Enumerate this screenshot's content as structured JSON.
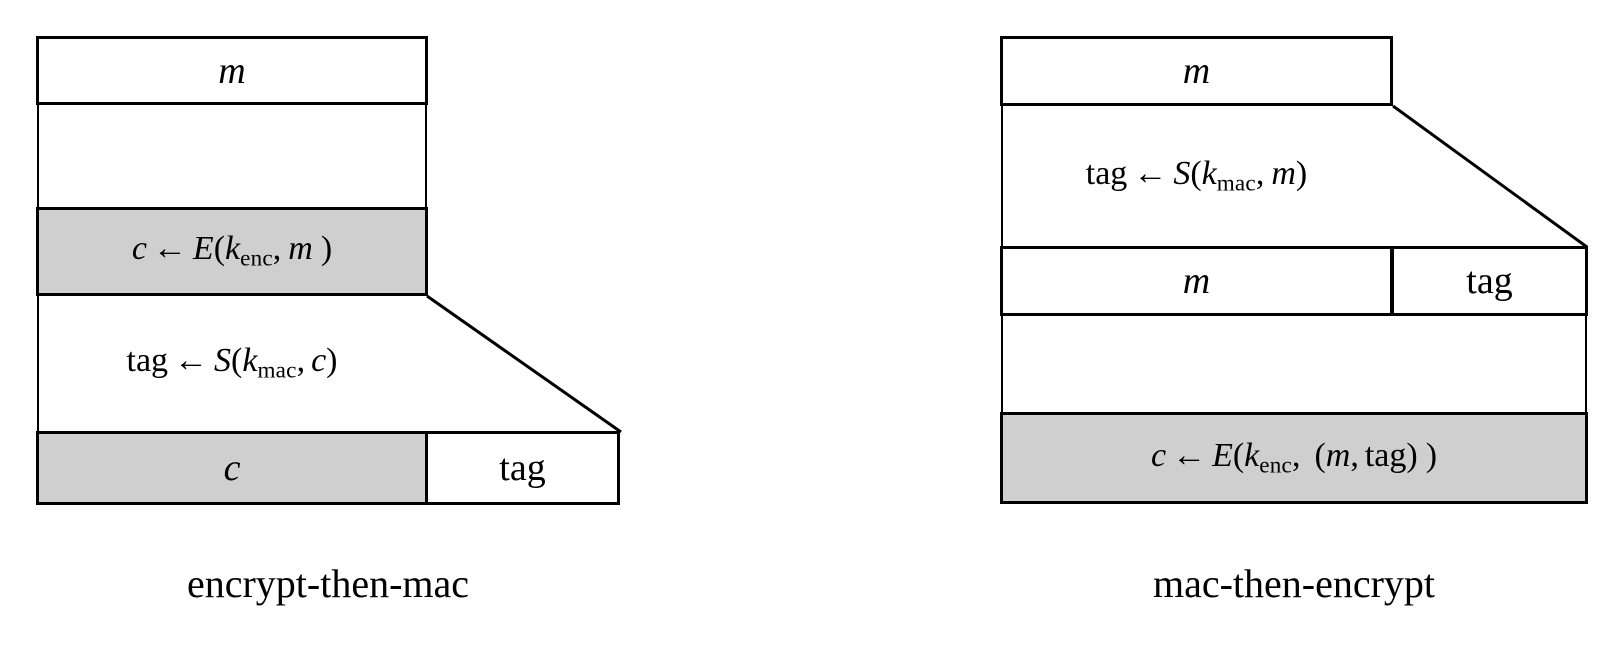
{
  "figure": {
    "type": "diagram",
    "title": "Authenticated encryption composition orders",
    "background_color": "#ffffff",
    "shaded_fill": "#cfcfcf",
    "stroke_color": "#000000"
  },
  "panels": [
    {
      "id": "encrypt-then-mac",
      "caption": "encrypt-then-mac",
      "steps": [
        {
          "id": "input-message",
          "kind": "box",
          "shaded": false,
          "label": "m",
          "label_style": "italic"
        },
        {
          "id": "encrypt-step",
          "kind": "box",
          "shaded": true,
          "label_parts": {
            "output": "c",
            "arrow": "←",
            "func": "E",
            "open": "(",
            "key_base": "k",
            "key_sub": "enc",
            "comma": ",",
            "arg": "m",
            "close": ")"
          },
          "label_plain": "c ← E(k_enc, m )"
        },
        {
          "id": "mac-step",
          "kind": "floating-label",
          "shaded": false,
          "label_parts": {
            "output": "tag",
            "arrow": "←",
            "func": "S",
            "open": "(",
            "key_base": "k",
            "key_sub": "mac",
            "comma": ",",
            "arg": "c",
            "close": ")"
          },
          "label_plain": "tag ← S(k_mac, c)"
        },
        {
          "id": "output-row",
          "kind": "split-box",
          "cells": [
            {
              "id": "ciphertext-cell",
              "label": "c",
              "shaded": true,
              "label_style": "italic"
            },
            {
              "id": "tag-cell",
              "label": "tag",
              "shaded": false,
              "label_style": "roman"
            }
          ]
        }
      ]
    },
    {
      "id": "mac-then-encrypt",
      "caption": "mac-then-encrypt",
      "steps": [
        {
          "id": "input-message",
          "kind": "box",
          "shaded": false,
          "label": "m",
          "label_style": "italic"
        },
        {
          "id": "mac-step",
          "kind": "floating-label",
          "shaded": false,
          "label_parts": {
            "output": "tag",
            "arrow": "←",
            "func": "S",
            "open": "(",
            "key_base": "k",
            "key_sub": "mac",
            "comma": ",",
            "arg": "m",
            "close": ")"
          },
          "label_plain": "tag ← S(k_mac, m)"
        },
        {
          "id": "message-tag-row",
          "kind": "split-box",
          "cells": [
            {
              "id": "message-cell",
              "label": "m",
              "shaded": false,
              "label_style": "italic"
            },
            {
              "id": "tag-cell",
              "label": "tag",
              "shaded": false,
              "label_style": "roman"
            }
          ]
        },
        {
          "id": "encrypt-step",
          "kind": "box",
          "shaded": true,
          "label_parts": {
            "output": "c",
            "arrow": "←",
            "func": "E",
            "open": "(",
            "key_base": "k",
            "key_sub": "enc",
            "comma": ",",
            "arg_open": "(",
            "arg_first": "m",
            "arg_comma": ",",
            "arg_second": "tag",
            "arg_close": ")",
            "close": ")"
          },
          "label_plain": "c ← E(k_enc, (m, tag) )"
        }
      ]
    }
  ]
}
